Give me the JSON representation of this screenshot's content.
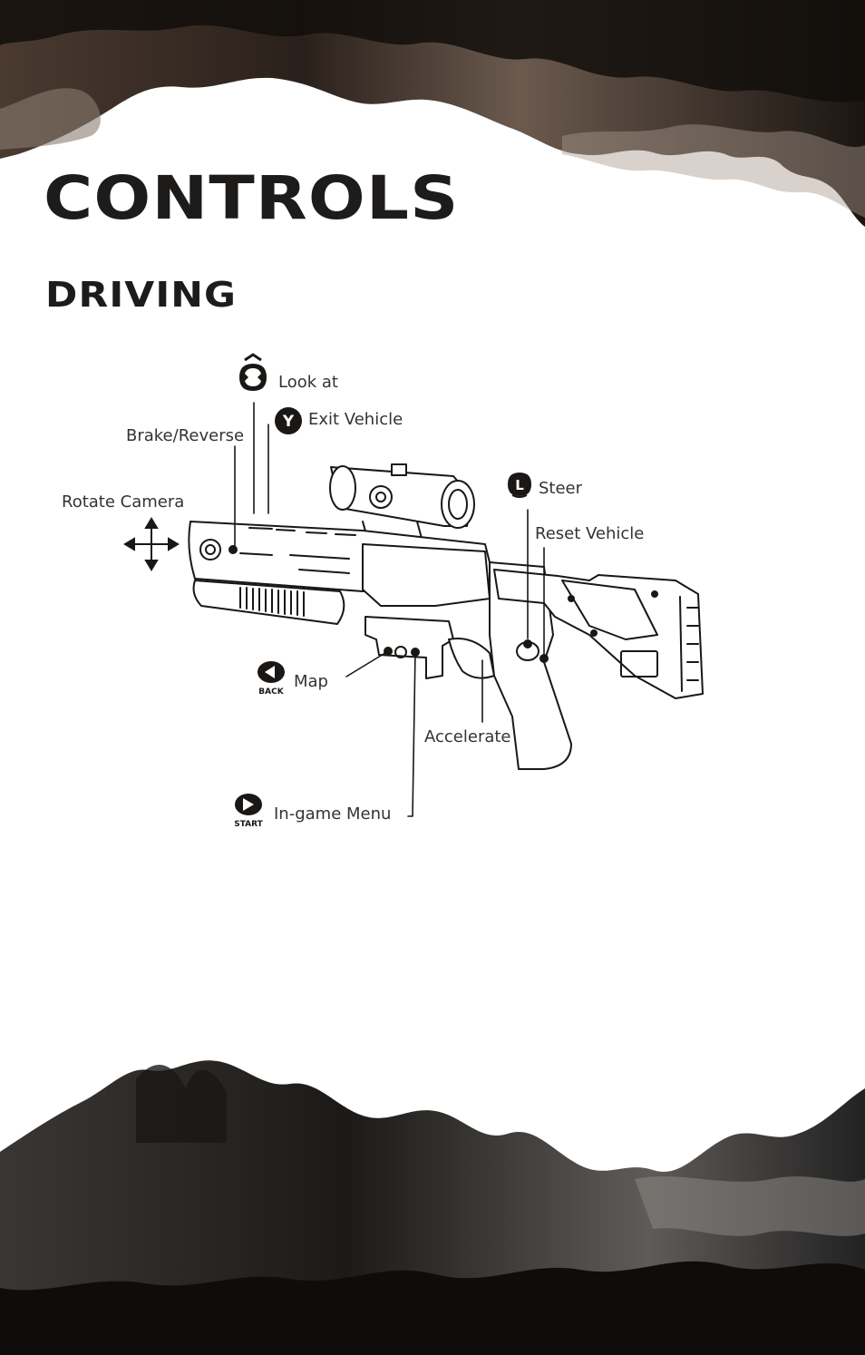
{
  "page": {
    "title": "CONTROLS",
    "section": "DRIVING"
  },
  "diagram": {
    "controls": [
      {
        "id": "look-at",
        "label": "Look at",
        "icon": "dpad-up-icon"
      },
      {
        "id": "exit-vehicle",
        "label": "Exit Vehicle",
        "icon": "y-button-icon",
        "button_glyph": "Y"
      },
      {
        "id": "brake-reverse",
        "label": "Brake/Reverse",
        "icon": ""
      },
      {
        "id": "rotate-camera",
        "label": "Rotate Camera",
        "icon": "four-arrows-icon"
      },
      {
        "id": "steer",
        "label": "Steer",
        "icon": "left-stick-icon",
        "button_glyph": "L"
      },
      {
        "id": "reset-vehicle",
        "label": "Reset Vehicle",
        "icon": ""
      },
      {
        "id": "map",
        "label": "Map",
        "icon": "back-button-icon",
        "button_glyph": "BACK"
      },
      {
        "id": "accelerate",
        "label": "Accelerate",
        "icon": ""
      },
      {
        "id": "in-game-menu",
        "label": "In-game Menu",
        "icon": "start-button-icon",
        "button_glyph": "START"
      }
    ]
  },
  "colors": {
    "heading": "#1e1b1b",
    "label": "#333333",
    "ink": "#1a1714",
    "ink_brown": "#5a4a3f"
  }
}
